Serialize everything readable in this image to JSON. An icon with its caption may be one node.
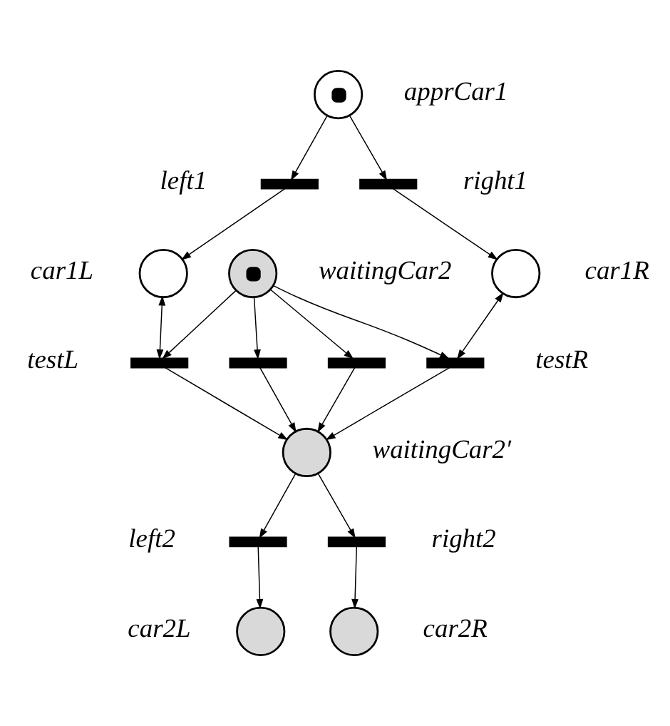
{
  "diagram": {
    "nodes": [
      {
        "text": [],
        "shape": "circle",
        "beside": [
          "apprCar1"
        ]
      },
      {
        "text": [],
        "shape": "bar",
        "beside": [
          "left1"
        ]
      },
      {
        "text": [],
        "shape": "bar",
        "beside": [
          "right1"
        ]
      },
      {
        "text": [],
        "shape": "circle",
        "beside": [
          "car1L"
        ]
      },
      {
        "text": [],
        "shape": "circle",
        "beside": [
          "waitingCar2"
        ]
      },
      {
        "text": [],
        "shape": "circle",
        "beside": [
          "car1R"
        ]
      },
      {
        "text": [],
        "shape": "bar",
        "beside": [
          "testL"
        ]
      },
      {
        "text": [],
        "shape": "bar"
      },
      {
        "text": [],
        "shape": "bar"
      },
      {
        "text": [],
        "shape": "bar",
        "beside": [
          "testR"
        ]
      },
      {
        "text": [],
        "shape": "circle",
        "beside": [
          "waitingCar2′"
        ]
      },
      {
        "text": [],
        "shape": "bar",
        "beside": [
          "left2"
        ]
      },
      {
        "text": [],
        "shape": "bar",
        "beside": [
          "right2"
        ]
      },
      {
        "text": [],
        "shape": "circle",
        "beside": [
          "car2L"
        ]
      },
      {
        "text": [],
        "shape": "circle",
        "beside": [
          "car2R"
        ]
      }
    ],
    "edges": [
      {
        "from": 0,
        "to": 1,
        "arrow": "to"
      },
      {
        "from": 0,
        "to": 2,
        "arrow": "to"
      },
      {
        "from": 1,
        "to": 3,
        "arrow": "to"
      },
      {
        "from": 2,
        "to": 5,
        "arrow": "to"
      },
      {
        "from": 3,
        "to": 6,
        "arrow": "both"
      },
      {
        "from": 4,
        "to": 6,
        "arrow": "to"
      },
      {
        "from": 4,
        "to": 7,
        "arrow": "to"
      },
      {
        "from": 4,
        "to": 8,
        "arrow": "to"
      },
      {
        "from": 4,
        "to": 9,
        "arrow": "to"
      },
      {
        "from": 5,
        "to": 9,
        "arrow": "both"
      },
      {
        "from": 6,
        "to": 10,
        "arrow": "to"
      },
      {
        "from": 7,
        "to": 10,
        "arrow": "to"
      },
      {
        "from": 8,
        "to": 10,
        "arrow": "to"
      },
      {
        "from": 9,
        "to": 10,
        "arrow": "to"
      },
      {
        "from": 10,
        "to": 11,
        "arrow": "to"
      },
      {
        "from": 10,
        "to": 12,
        "arrow": "to"
      },
      {
        "from": 11,
        "to": 13,
        "arrow": "to"
      },
      {
        "from": 12,
        "to": 14,
        "arrow": "to"
      }
    ]
  }
}
